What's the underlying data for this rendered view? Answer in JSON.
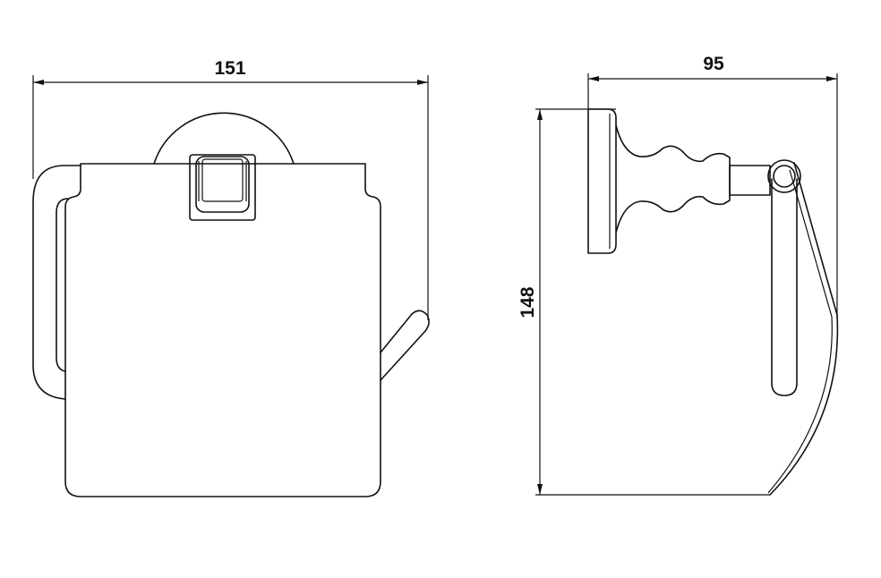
{
  "dimensions": {
    "front_width": "151",
    "side_depth": "95",
    "height": "148"
  }
}
